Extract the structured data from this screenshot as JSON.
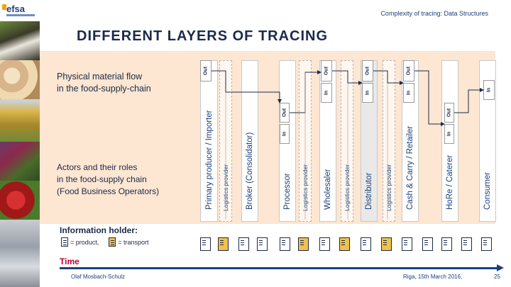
{
  "logo": {
    "text": "efsa"
  },
  "header": {
    "title": "Complexity of tracing: Data Structures"
  },
  "main_title": "DIFFERENT LAYERS OF TRACING",
  "labels": {
    "physical_line1": "Physical material flow",
    "physical_line2": "in the food-supply-chain",
    "actors_line1": "Actors and their roles",
    "actors_line2": "in the food-supply chain",
    "actors_line3": "(Food Business Operators)"
  },
  "columns": [
    {
      "label": "Primary producer / Importer",
      "kind": "actor"
    },
    {
      "label": "Logistics provider",
      "kind": "logistics"
    },
    {
      "label": "Broker (Consolidator)",
      "kind": "actor"
    },
    {
      "label": "Processor",
      "kind": "actor"
    },
    {
      "label": "Logistics provider",
      "kind": "logistics"
    },
    {
      "label": "Wholesaler",
      "kind": "actor"
    },
    {
      "label": "Logistics provider",
      "kind": "logistics"
    },
    {
      "label": "Distributor",
      "kind": "actor"
    },
    {
      "label": "Logistics provider",
      "kind": "logistics"
    },
    {
      "label": "Cash & Carry / Retailer",
      "kind": "actor"
    },
    {
      "label": "HoRe / Caterer",
      "kind": "actor"
    },
    {
      "label": "Consumer",
      "kind": "actor"
    }
  ],
  "io": {
    "in": "In",
    "out": "Out"
  },
  "info": {
    "title": "Information holder:",
    "product_legend": "= product,",
    "transport_legend": "= transport"
  },
  "time": {
    "label": "Time"
  },
  "footer": {
    "author": "Olaf Mosbach-Schulz",
    "date": "Riga, 15th March 2016,",
    "page": "25"
  },
  "colors": {
    "navy": "#1b2a48",
    "peach": "#fde6d2",
    "time_red": "#c0002e"
  }
}
